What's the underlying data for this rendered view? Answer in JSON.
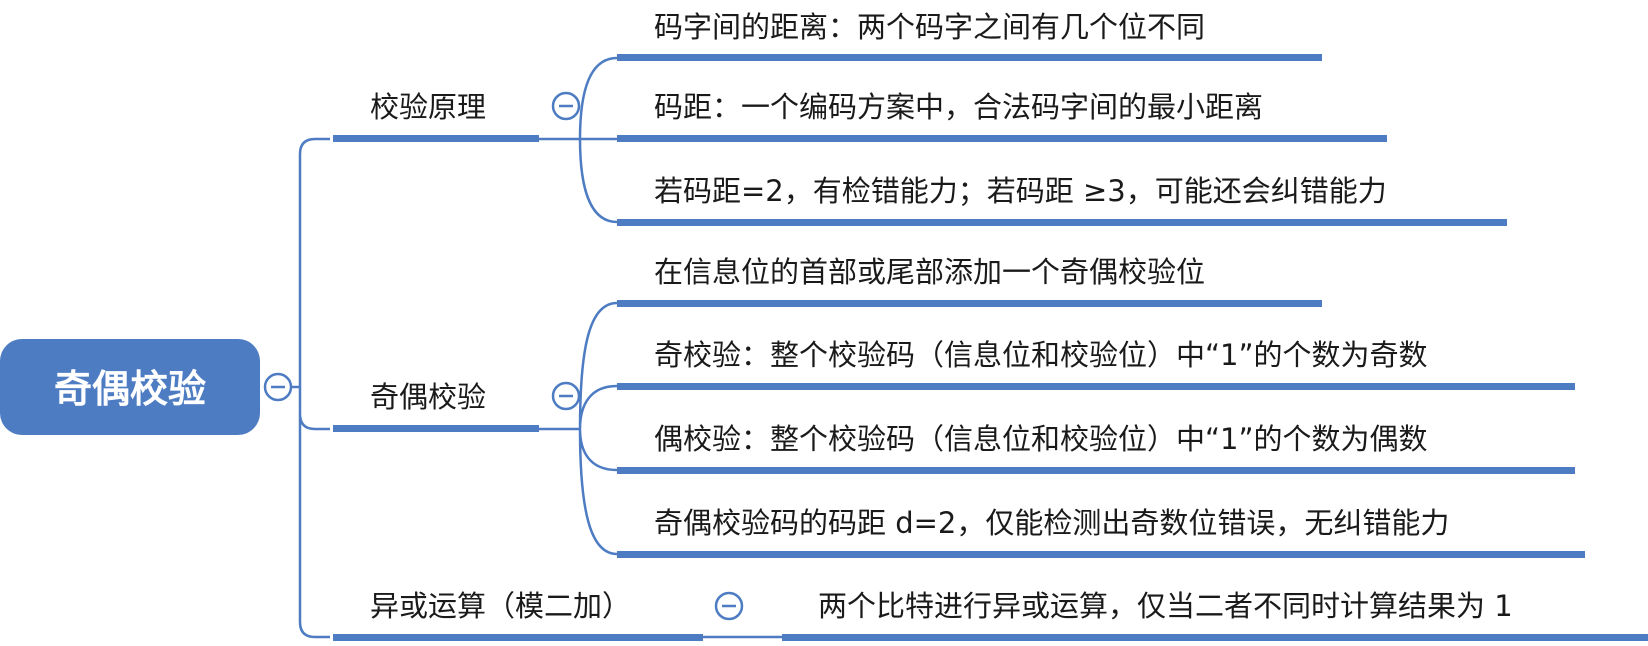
{
  "root": {
    "label": "奇偶校验"
  },
  "branches": [
    {
      "label": "校验原理",
      "children": [
        "码字间的距离：两个码字之间有几个位不同",
        "码距：一个编码方案中，合法码字间的最小距离",
        "若码距=2，有检错能力；若码距 ≥3，可能还会纠错能力"
      ]
    },
    {
      "label": "奇偶校验",
      "children": [
        "在信息位的首部或尾部添加一个奇偶校验位",
        "奇校验：整个校验码（信息位和校验位）中“1”的个数为奇数",
        "偶校验：整个校验码（信息位和校验位）中“1”的个数为偶数",
        "奇偶校验码的码距 d=2，仅能检测出奇数位错误，无纠错能力"
      ]
    },
    {
      "label": "异或运算（模二加）",
      "children": [
        "两个比特进行异或运算，仅当二者不同时计算结果为 1"
      ]
    }
  ],
  "colors": {
    "accent": "#4d7cc3",
    "text": "#1a1a1a",
    "root_text": "#ffffff"
  },
  "icons": {
    "collapse": "minus-circle-icon"
  }
}
